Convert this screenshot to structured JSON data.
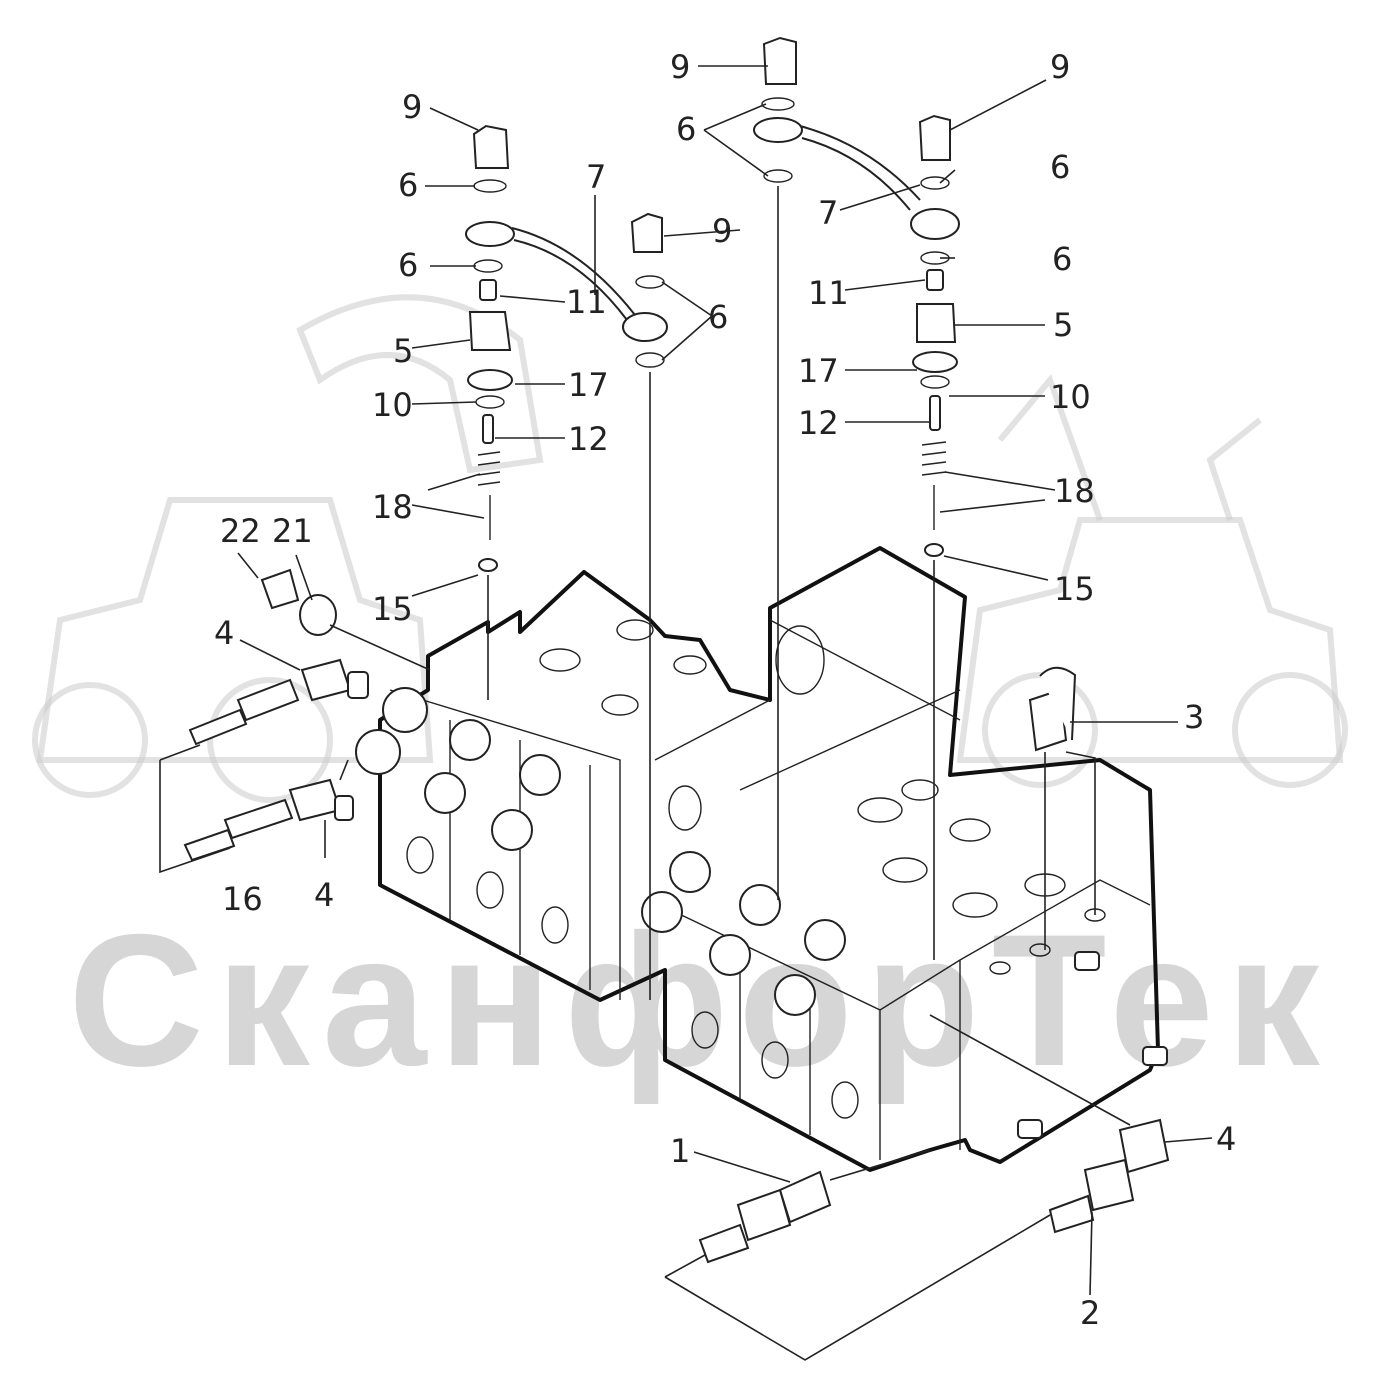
{
  "watermark": {
    "text": "СканфорТек"
  },
  "callouts": [
    {
      "id": "c9a",
      "text": "9"
    },
    {
      "id": "c9b",
      "text": "9"
    },
    {
      "id": "c9c",
      "text": "9"
    },
    {
      "id": "c9d",
      "text": "9"
    },
    {
      "id": "c6a",
      "text": "6"
    },
    {
      "id": "c6b",
      "text": "6"
    },
    {
      "id": "c6c",
      "text": "6"
    },
    {
      "id": "c6d",
      "text": "6"
    },
    {
      "id": "c6e",
      "text": "6"
    },
    {
      "id": "c6f",
      "text": "6"
    },
    {
      "id": "c7a",
      "text": "7"
    },
    {
      "id": "c7b",
      "text": "7"
    },
    {
      "id": "c11a",
      "text": "11"
    },
    {
      "id": "c11b",
      "text": "11"
    },
    {
      "id": "c5a",
      "text": "5"
    },
    {
      "id": "c5b",
      "text": "5"
    },
    {
      "id": "c17a",
      "text": "17"
    },
    {
      "id": "c17b",
      "text": "17"
    },
    {
      "id": "c10a",
      "text": "10"
    },
    {
      "id": "c10b",
      "text": "10"
    },
    {
      "id": "c12a",
      "text": "12"
    },
    {
      "id": "c12b",
      "text": "12"
    },
    {
      "id": "c18a",
      "text": "18"
    },
    {
      "id": "c18b",
      "text": "18"
    },
    {
      "id": "c15a",
      "text": "15"
    },
    {
      "id": "c15b",
      "text": "15"
    },
    {
      "id": "c22",
      "text": "22"
    },
    {
      "id": "c21",
      "text": "21"
    },
    {
      "id": "c4a",
      "text": "4"
    },
    {
      "id": "c4b",
      "text": "4"
    },
    {
      "id": "c4c",
      "text": "4"
    },
    {
      "id": "c16",
      "text": "16"
    },
    {
      "id": "c3",
      "text": "3"
    },
    {
      "id": "c1",
      "text": "1"
    },
    {
      "id": "c2",
      "text": "2"
    }
  ]
}
